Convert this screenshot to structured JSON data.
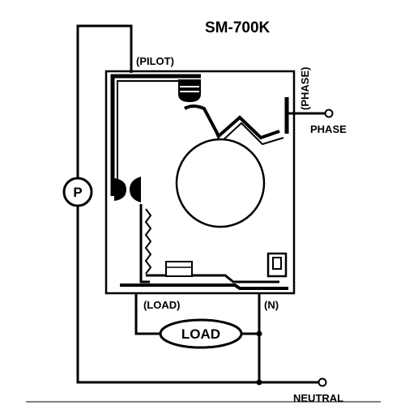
{
  "diagram": {
    "title": "SM-700K",
    "labels": {
      "pilot": "(PILOT)",
      "phase_vertical": "(PHASE)",
      "phase": "PHASE",
      "load_terminal": "(LOAD)",
      "neutral_terminal": "(N)",
      "load": "LOAD",
      "neutral": "NEUTRAL",
      "pilot_lamp": "P"
    },
    "colors": {
      "ink": "#000000",
      "background": "#ffffff"
    }
  }
}
